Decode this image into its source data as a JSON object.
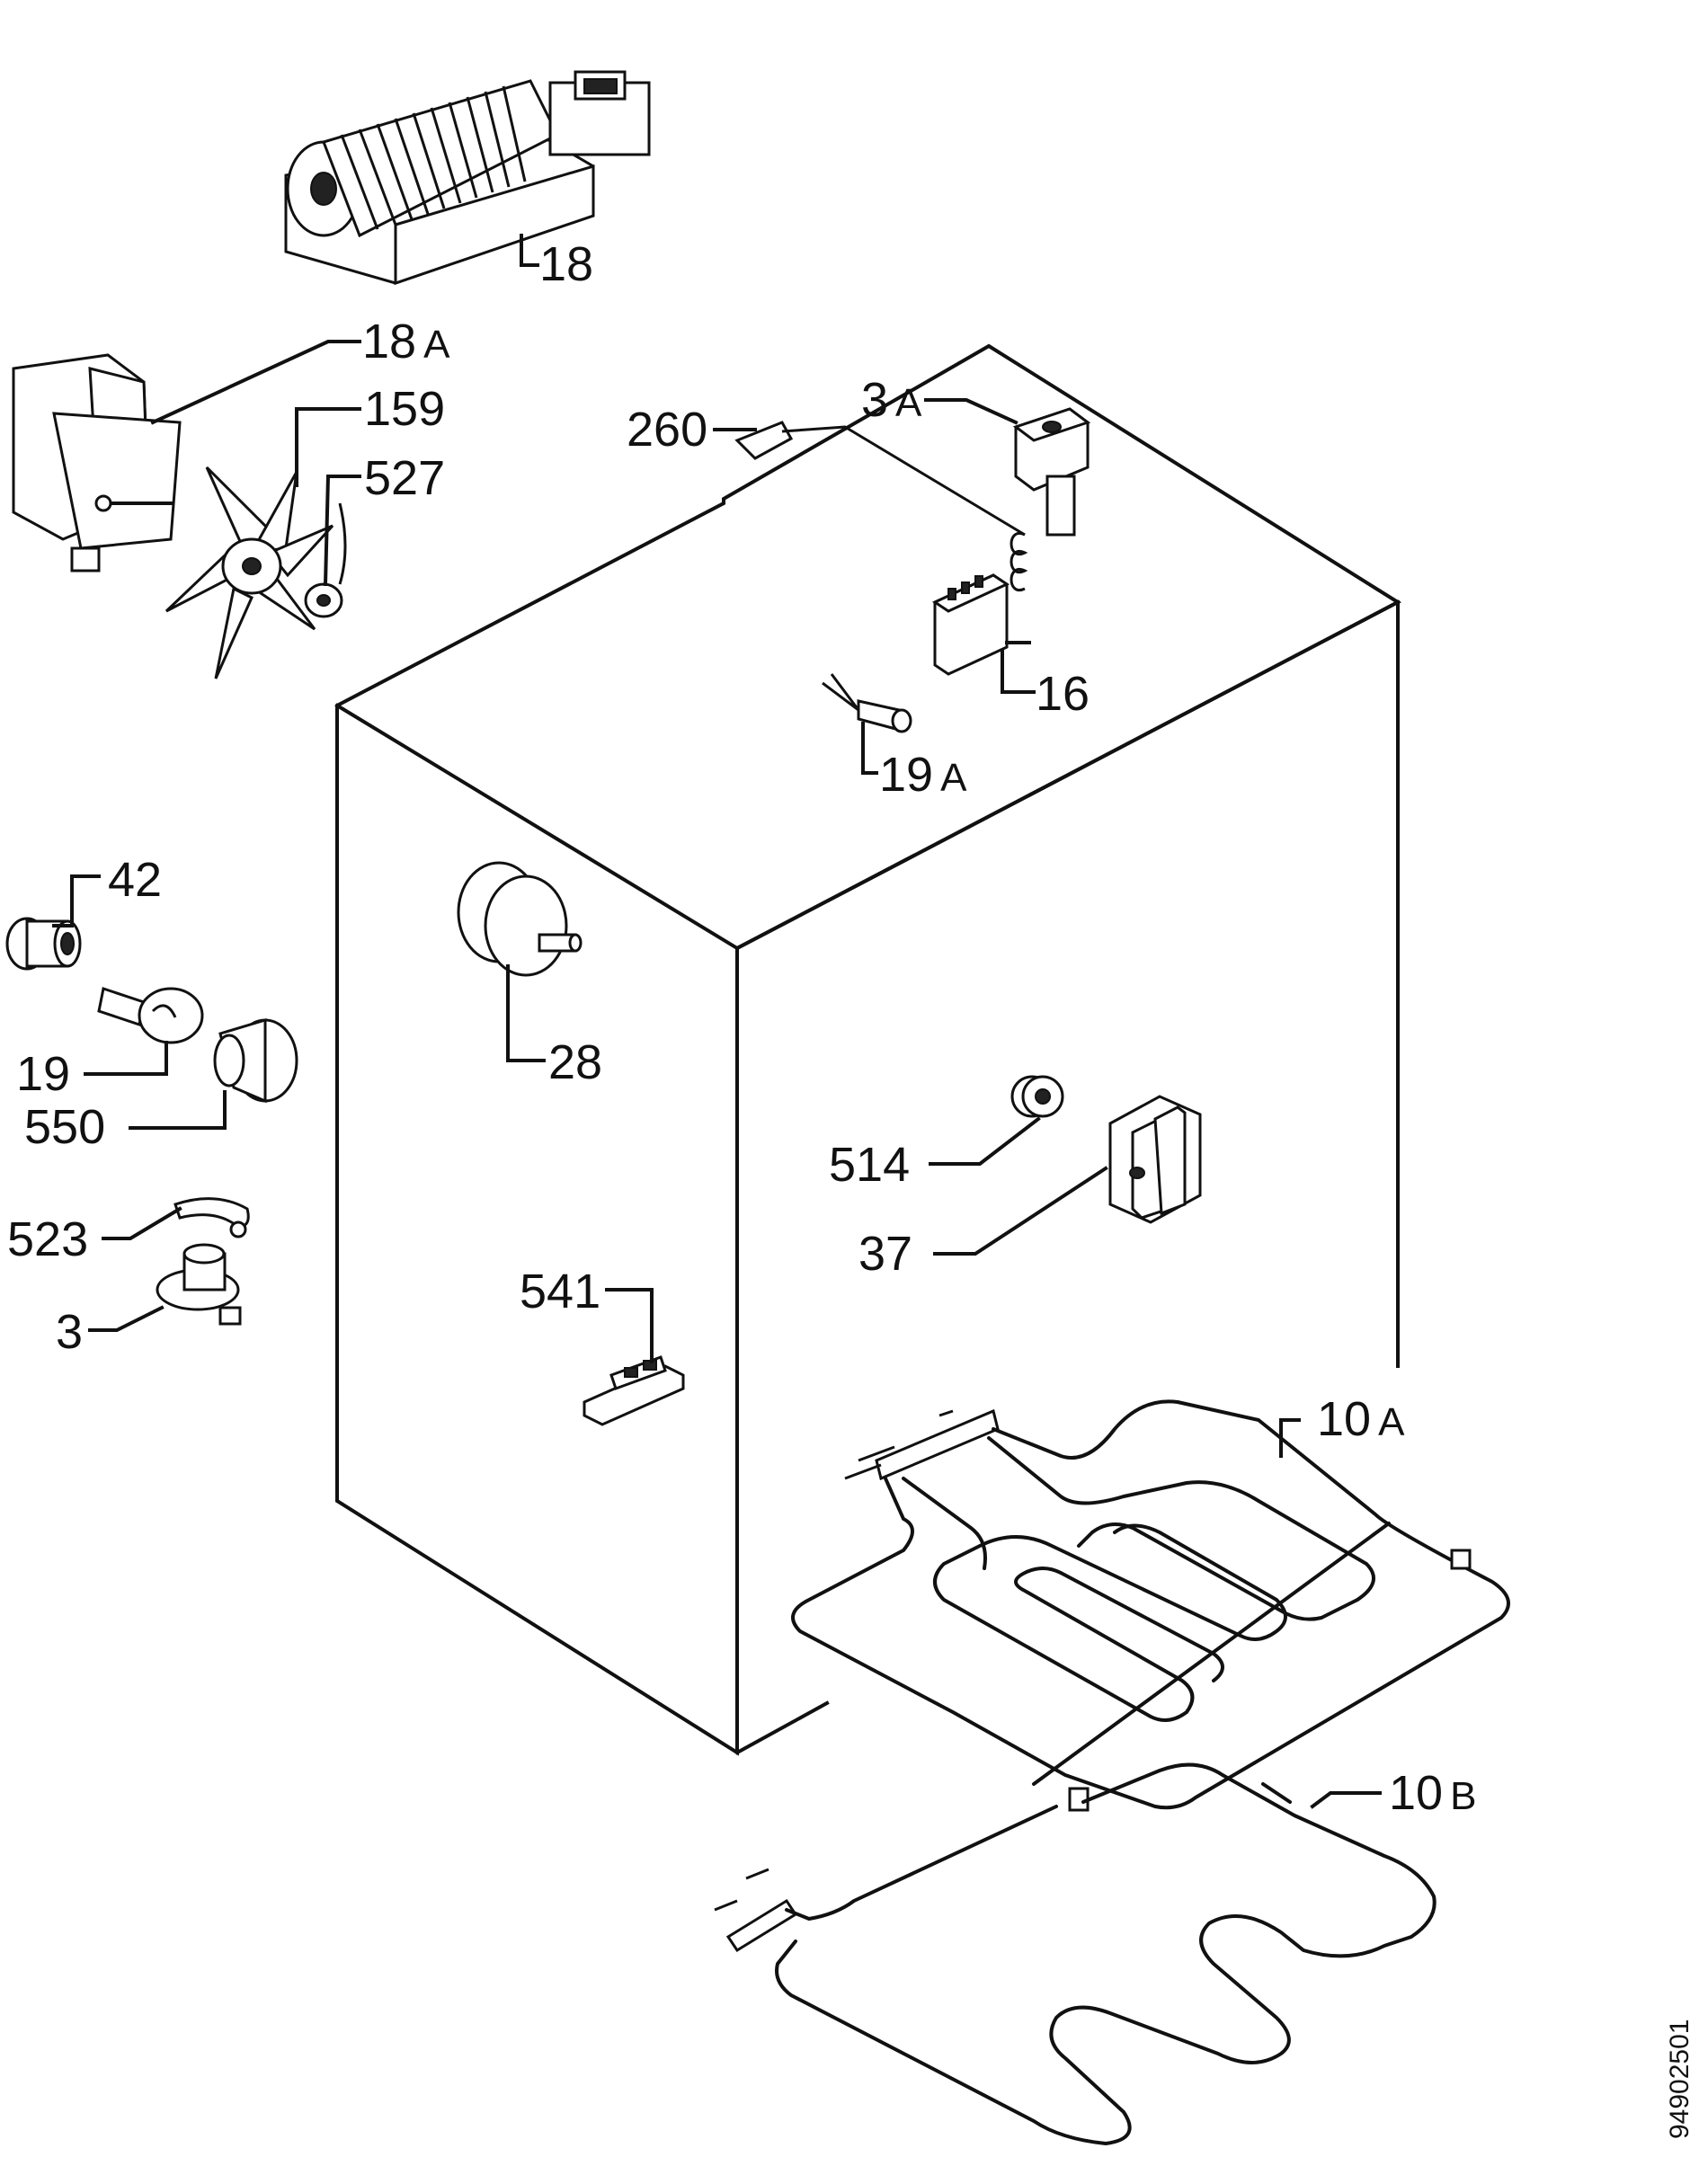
{
  "diagram": {
    "document_id": "94902501",
    "parts": [
      {
        "id": "18",
        "num": "18",
        "suffix": ""
      },
      {
        "id": "18a",
        "num": "18",
        "suffix": "A"
      },
      {
        "id": "159",
        "num": "159",
        "suffix": ""
      },
      {
        "id": "527",
        "num": "527",
        "suffix": ""
      },
      {
        "id": "260",
        "num": "260",
        "suffix": ""
      },
      {
        "id": "3a",
        "num": "3",
        "suffix": "A"
      },
      {
        "id": "16",
        "num": "16",
        "suffix": ""
      },
      {
        "id": "19a",
        "num": "19",
        "suffix": "A"
      },
      {
        "id": "42",
        "num": "42",
        "suffix": ""
      },
      {
        "id": "19",
        "num": "19",
        "suffix": ""
      },
      {
        "id": "550",
        "num": "550",
        "suffix": ""
      },
      {
        "id": "28",
        "num": "28",
        "suffix": ""
      },
      {
        "id": "514",
        "num": "514",
        "suffix": ""
      },
      {
        "id": "37",
        "num": "37",
        "suffix": ""
      },
      {
        "id": "523",
        "num": "523",
        "suffix": ""
      },
      {
        "id": "3",
        "num": "3",
        "suffix": ""
      },
      {
        "id": "541",
        "num": "541",
        "suffix": ""
      },
      {
        "id": "10a",
        "num": "10",
        "suffix": "A"
      },
      {
        "id": "10b",
        "num": "10",
        "suffix": "B"
      }
    ]
  }
}
